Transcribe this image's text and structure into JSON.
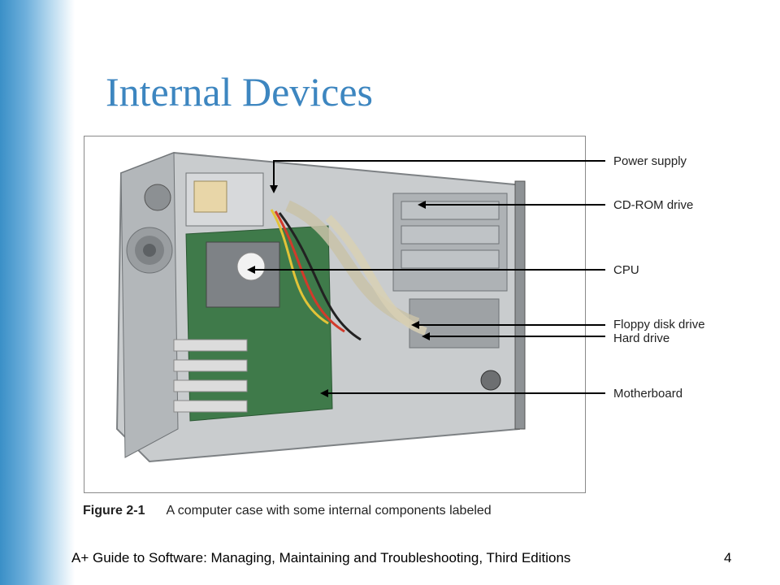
{
  "slide": {
    "title": "Internal Devices",
    "footer": "A+ Guide to Software: Managing, Maintaining and Troubleshooting, Third Editions",
    "page_number": "4",
    "accent_color": "#3d86c0"
  },
  "figure": {
    "number": "Figure 2-1",
    "caption": "A computer case with some internal components labeled",
    "callouts": [
      {
        "id": "power-supply",
        "label": "Power supply"
      },
      {
        "id": "cd-rom-drive",
        "label": "CD-ROM drive"
      },
      {
        "id": "cpu",
        "label": "CPU"
      },
      {
        "id": "floppy-disk-drive",
        "label": "Floppy disk drive"
      },
      {
        "id": "hard-drive",
        "label": "Hard drive"
      },
      {
        "id": "motherboard",
        "label": "Motherboard"
      }
    ]
  }
}
